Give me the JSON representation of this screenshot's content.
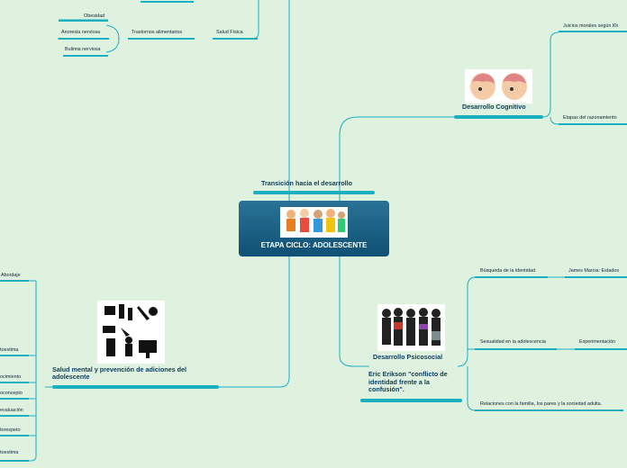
{
  "central": {
    "title": "ETAPA CICLO: ADOLESCENTE",
    "image_icon": "group-of-teenagers"
  },
  "top": {
    "title": "Transición hacia el desarrollo",
    "salud_fisica": "Salud Física",
    "trastornos": "Trastornos alimentarios",
    "obesidad": "Obesidad",
    "anorexia": "Anorexia nerviosa",
    "bulimia": "Bulimia nerviosa"
  },
  "cognitivo": {
    "title": "Desarrollo Cognitivo",
    "image_icon": "two-heads-with-brains",
    "juicios": "Juicios morales según Kh",
    "etapas": "Etapas del razonamiento"
  },
  "psicosocial": {
    "title": "Desarrollo Psicosocial",
    "image_icon": "group-of-youths",
    "erikson": "Eric Erikson \"conflicto de identidad frente a la confusión\".",
    "busqueda": "Búsqueda de la identidad",
    "marcia": "James Marcia: Estados",
    "sexualidad": "Sexualidad en la adolescencia",
    "experimentacion": "Experimentación",
    "relaciones": "Relaciones con la familia, los pares y la sociedad adulta."
  },
  "salud_mental": {
    "title": "Salud mental y prevención de adiciones del adolescente",
    "image_icon": "addictions-silhouettes",
    "abordaje": "Abordaje",
    "autoestima1": "toestima",
    "conocimiento": "ocimiento",
    "autoconcepto": "oconcepto",
    "autoevaluacion": "evaluación",
    "autorespeto": "torespeto",
    "autoestima2": "toestima"
  }
}
